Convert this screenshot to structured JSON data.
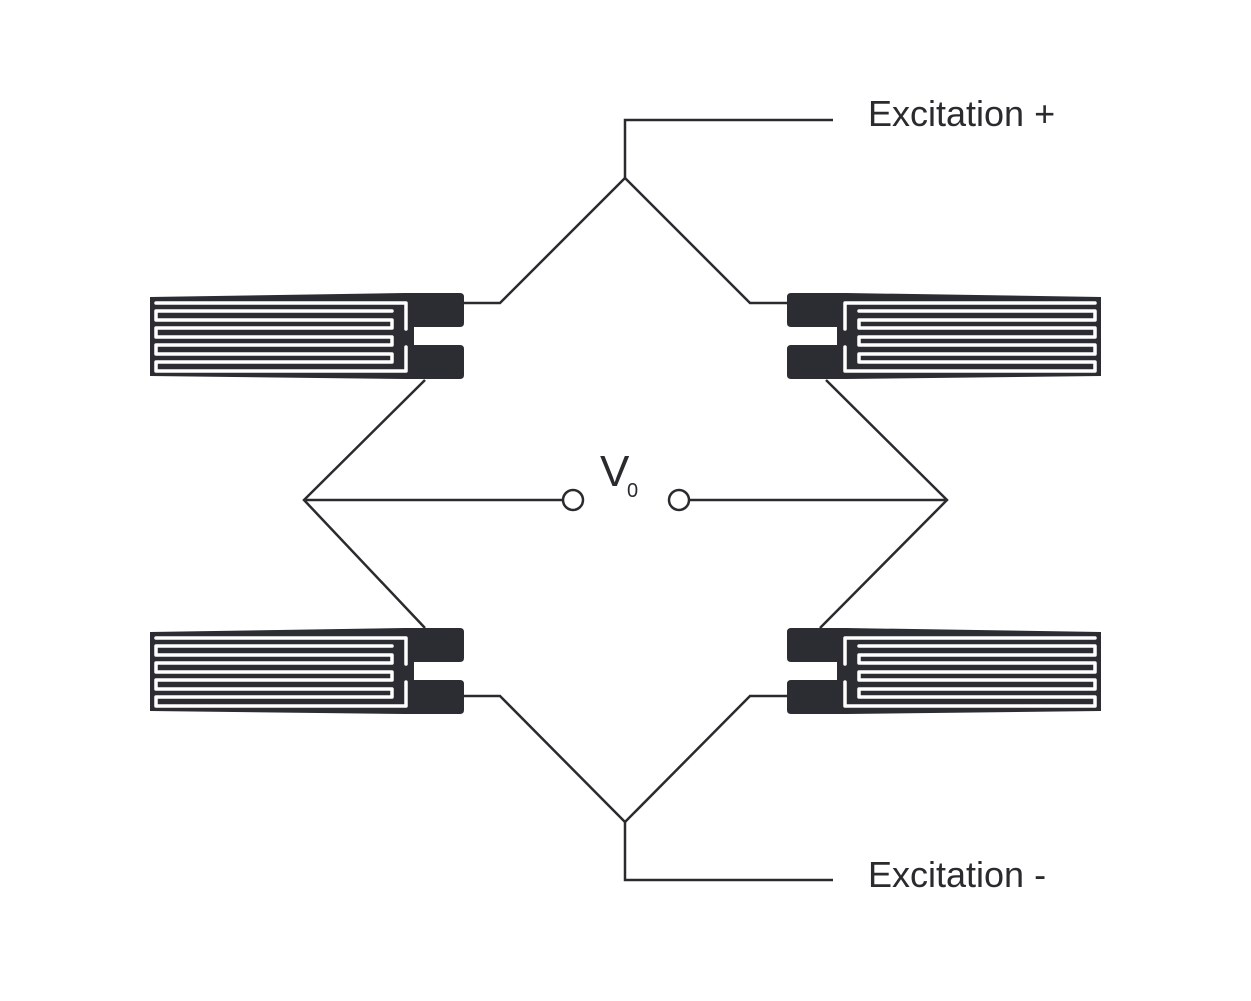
{
  "labels": {
    "excitation_plus": "Excitation +",
    "excitation_minus": "Excitation -",
    "output_voltage": "V",
    "output_voltage_subscript": "0"
  },
  "colors": {
    "line": "#2b2b2f",
    "gauge": "#2b2d33",
    "background": "#ffffff"
  },
  "components": {
    "strain_gauges": [
      "top-left",
      "top-right",
      "bottom-left",
      "bottom-right"
    ],
    "output_terminals": [
      "left",
      "right"
    ]
  }
}
